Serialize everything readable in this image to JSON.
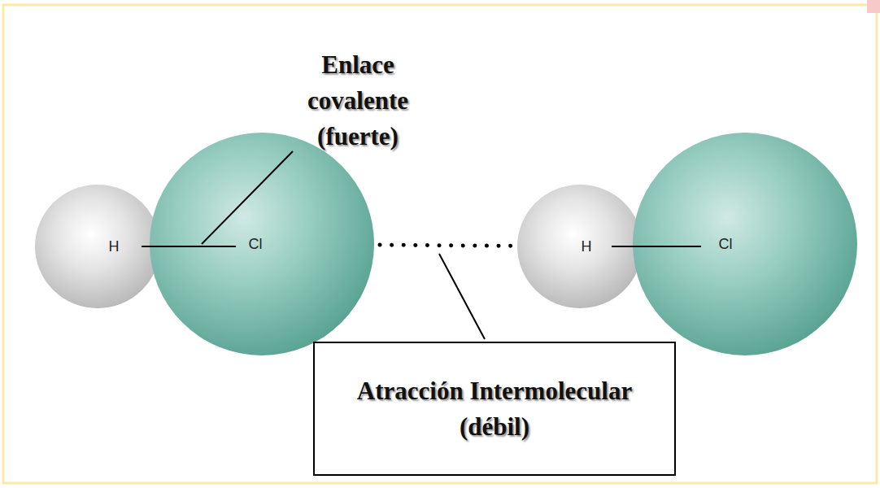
{
  "diagram": {
    "nodes": [
      {
        "text": [
          "H"
        ]
      },
      {
        "text": [
          "Cl"
        ]
      },
      {
        "text": [
          "H"
        ]
      },
      {
        "text": [
          "Cl"
        ]
      },
      {
        "text": [
          "Atracción Intermolecular (débil)"
        ]
      }
    ],
    "edges": [
      {
        "from": 1,
        "to": 2,
        "arrow": "none"
      }
    ],
    "labels": [
      "Enlace covalente (fuerte)"
    ]
  }
}
